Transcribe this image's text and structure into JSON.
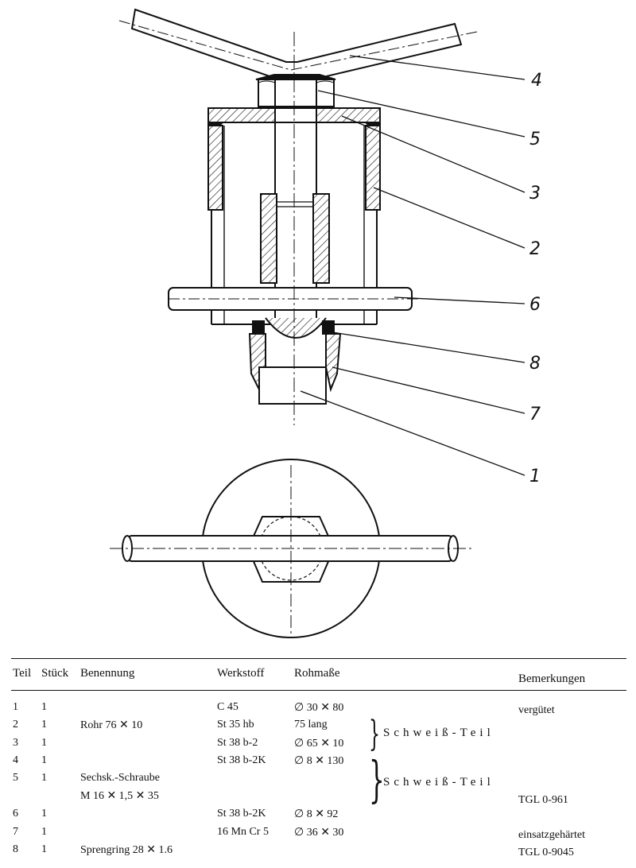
{
  "callouts": [
    "4",
    "5",
    "3",
    "2",
    "6",
    "8",
    "7",
    "1"
  ],
  "table": {
    "headers": {
      "teil": "Teil",
      "stueck": "Stück",
      "benennung": "Benennung",
      "werkstoff": "Werkstoff",
      "rohmasse": "Rohmaße",
      "bemerkungen": "Bemerkungen"
    },
    "rows": [
      {
        "teil": "1",
        "stueck": "1",
        "benennung": "",
        "werkstoff": "C 45",
        "rohmasse": "∅ 30 ✕ 80",
        "bemerkung": "vergütet"
      },
      {
        "teil": "2",
        "stueck": "1",
        "benennung": "Rohr 76 ✕ 10",
        "werkstoff": "St 35 hb",
        "rohmasse": "75 lang",
        "bemerkung": ""
      },
      {
        "teil": "3",
        "stueck": "1",
        "benennung": "",
        "werkstoff": "St 38 b-2",
        "rohmasse": "∅ 65 ✕  10",
        "bemerkung": ""
      },
      {
        "teil": "4",
        "stueck": "1",
        "benennung": "",
        "werkstoff": "St 38 b-2K",
        "rohmasse": "∅  8 ✕ 130",
        "bemerkung": ""
      },
      {
        "teil": "5",
        "stueck": "1",
        "benennung": "Sechsk.-Schraube",
        "werkstoff": "",
        "rohmasse": "",
        "bemerkung": ""
      },
      {
        "teil": "",
        "stueck": "",
        "benennung": "M 16 ✕ 1,5 ✕ 35",
        "werkstoff": "",
        "rohmasse": "",
        "bemerkung": "TGL 0-961"
      },
      {
        "teil": "6",
        "stueck": "1",
        "benennung": "",
        "werkstoff": "St 38 b-2K",
        "rohmasse": "∅  8 ✕  92",
        "bemerkung": ""
      },
      {
        "teil": "7",
        "stueck": "1",
        "benennung": "",
        "werkstoff": "16 Mn Cr 5",
        "rohmasse": "∅ 36 ✕  30",
        "bemerkung": "einsatzgehärtet"
      },
      {
        "teil": "8",
        "stueck": "1",
        "benennung": "Sprengring 28 ✕ 1.6",
        "werkstoff": "",
        "rohmasse": "",
        "bemerkung": "TGL 0-9045"
      }
    ],
    "brace_notes": [
      "Schweiß-Teil",
      "Schweiß-Teil"
    ]
  }
}
